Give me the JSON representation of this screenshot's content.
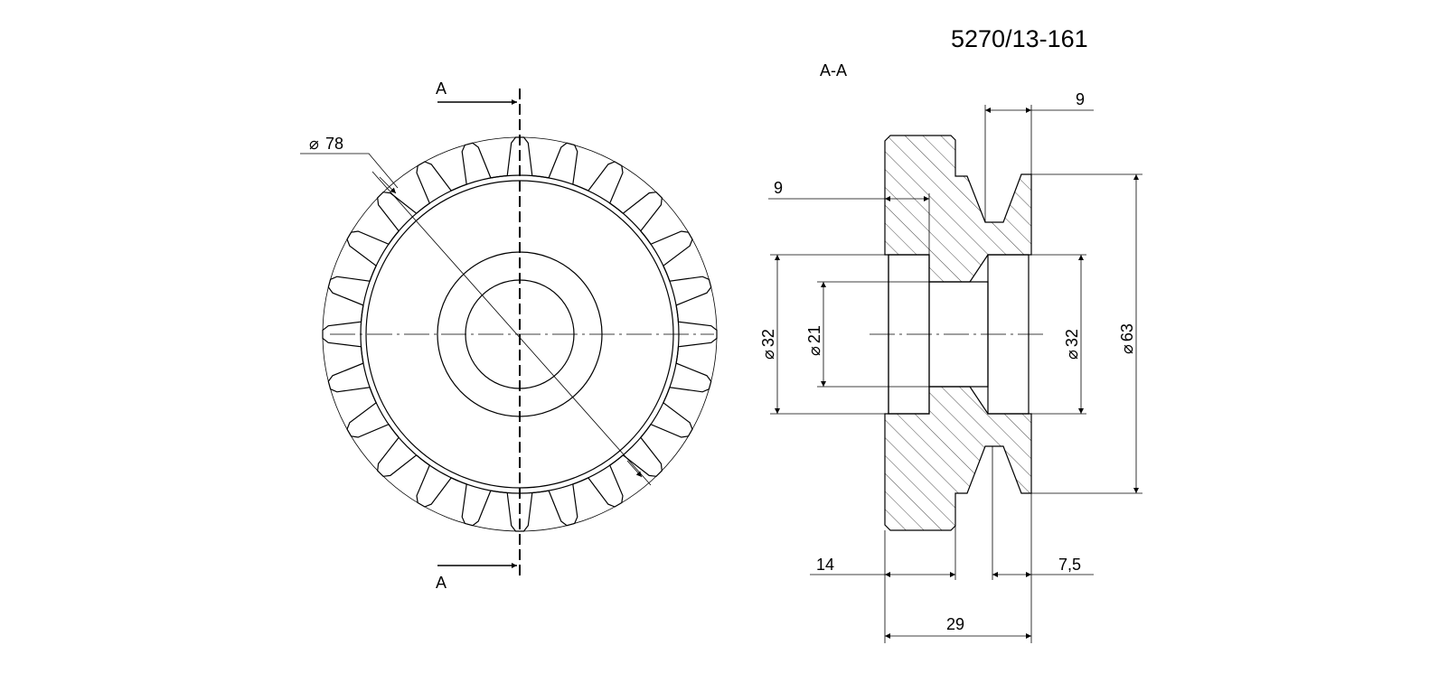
{
  "drawing_number": "5270/13-161",
  "section_label": "A-A",
  "cut_marks": {
    "top": "A",
    "bottom": "A"
  },
  "dimensions": {
    "outer_diameter": "78",
    "bore_left": "32",
    "bore_mid": "21",
    "bore_right": "32",
    "pulley_diameter": "63",
    "top_right_width": "9",
    "left_offset": "9",
    "hub_width": "14",
    "groove_width": "7,5",
    "total_width": "29"
  },
  "diameter_symbol": "⌀",
  "colors": {
    "line": "#000000",
    "background": "#ffffff"
  }
}
